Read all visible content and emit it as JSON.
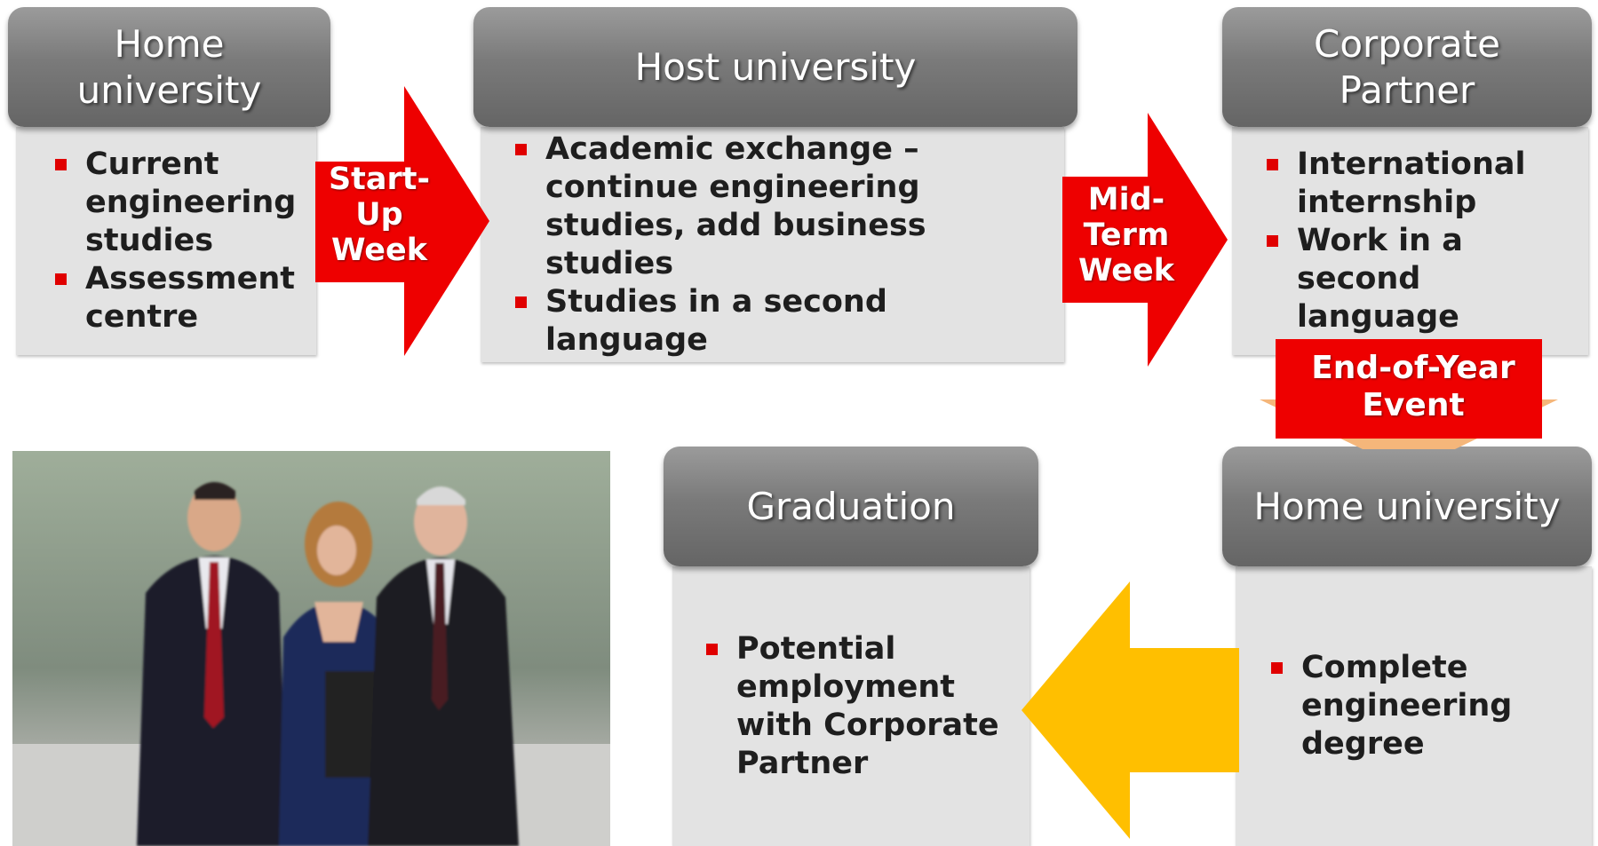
{
  "stages": {
    "home_university_start": {
      "title": "Home university",
      "bullets": [
        "Current engineering studies",
        "Assessment centre"
      ]
    },
    "host_university": {
      "title": "Host university",
      "bullets": [
        "Academic exchange – continue engineering studies, add business studies",
        "Studies in a second language"
      ]
    },
    "corporate_partner": {
      "title": "Corporate Partner",
      "bullets": [
        "International internship",
        "Work in a second language"
      ]
    },
    "home_university_end": {
      "title": "Home university",
      "bullets": [
        "Complete engineering degree"
      ]
    },
    "graduation": {
      "title": "Graduation",
      "bullets": [
        "Potential employment with Corporate Partner"
      ]
    }
  },
  "transitions": {
    "start_up_week": "Start-Up Week",
    "mid_term_week": "Mid-Term Week",
    "end_of_year_event": "End-of-Year Event"
  },
  "colors": {
    "arrow_red": "#ee0000",
    "arrow_yellow": "#ffbf00",
    "bullet_red": "#e00000",
    "header_gray": "#7a7a7a",
    "body_gray": "#e3e3e3"
  }
}
